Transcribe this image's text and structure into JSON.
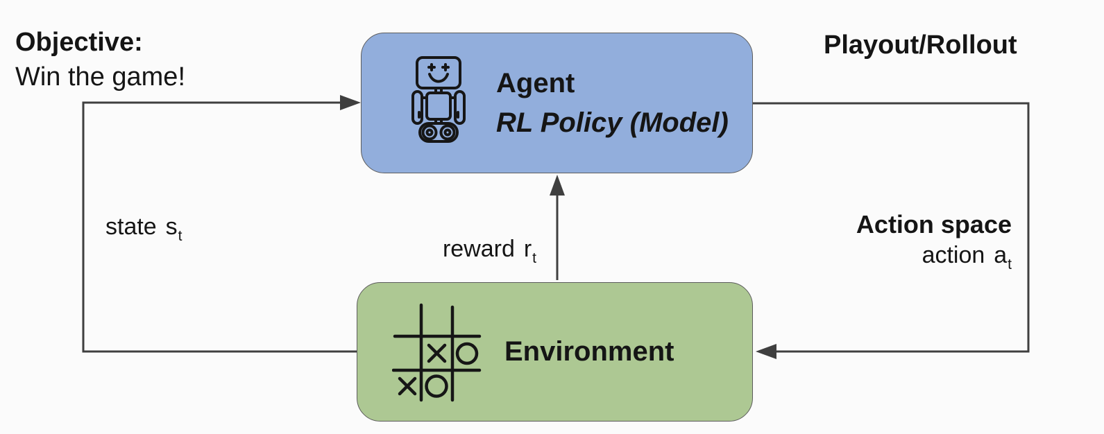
{
  "diagram": {
    "objective": {
      "heading": "Objective:",
      "line2": "Win the game!"
    },
    "playout_label": "Playout/Rollout",
    "agent_box": {
      "title": "Agent",
      "subtitle": "RL Policy (Model)",
      "icon": "robot-icon",
      "fill": "#92aedc"
    },
    "environment_box": {
      "title": "Environment",
      "icon": "tic-tac-toe-icon",
      "fill": "#adc893"
    },
    "edges": {
      "state": {
        "label": "state",
        "symbol": "s",
        "subscript": "t",
        "from": "environment",
        "to": "agent"
      },
      "reward": {
        "label": "reward",
        "symbol": "r",
        "subscript": "t",
        "from": "environment",
        "to": "agent"
      },
      "action": {
        "space_label": "Action space",
        "label": "action",
        "symbol": "a",
        "subscript": "t",
        "from": "agent",
        "to": "environment"
      }
    },
    "colors": {
      "background": "#fbfbfb",
      "agent_fill": "#92aedc",
      "environment_fill": "#adc893",
      "box_border": "#5c5c5c",
      "arrow": "#3f3f3f",
      "text": "#151515"
    }
  }
}
